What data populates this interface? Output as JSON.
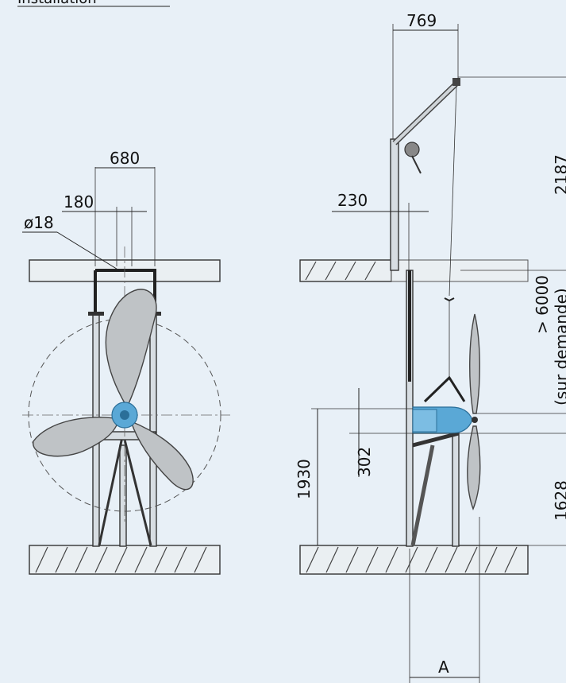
{
  "labels": {
    "top_fragment": "Installation",
    "width_680": "680",
    "offset_180": "180",
    "diameter_18": "ø18",
    "width_769": "769",
    "offset_230": "230",
    "height_2187": "2187",
    "depth_6000": "> 6000",
    "depth_note": "(sur demande)",
    "height_302": "302",
    "height_1930": "1930",
    "height_1628": "1628",
    "label_a": "A"
  },
  "colors": {
    "background": "#e8f0f7",
    "motor_blue": "#5aa8d6",
    "blade_grey": "#bfc3c6"
  }
}
